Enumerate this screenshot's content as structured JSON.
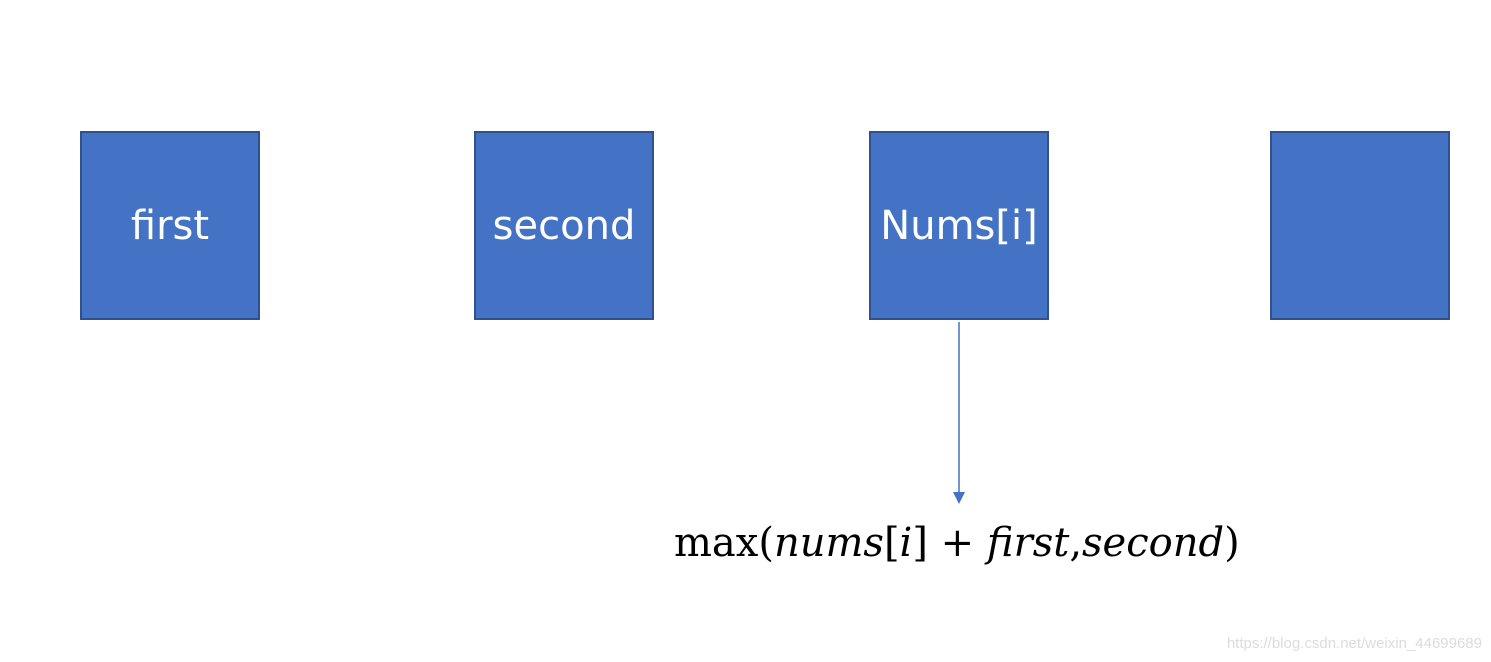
{
  "colors": {
    "box_fill": "#4472c4",
    "box_border": "#2f528f",
    "arrow": "#4472c4",
    "box_text": "#ffffff"
  },
  "boxes": [
    {
      "label": "first"
    },
    {
      "label": "second"
    },
    {
      "label": "Nums[i]"
    },
    {
      "label": ""
    }
  ],
  "formula": {
    "fn": "max",
    "open": "(",
    "nums": "nums",
    "lbr": "[",
    "idx": "i",
    "rbr": "]",
    "plus": " + ",
    "first": "first",
    "comma": ",",
    "second": "second",
    "close": ")"
  },
  "watermark": "https://blog.csdn.net/weixin_44699689"
}
